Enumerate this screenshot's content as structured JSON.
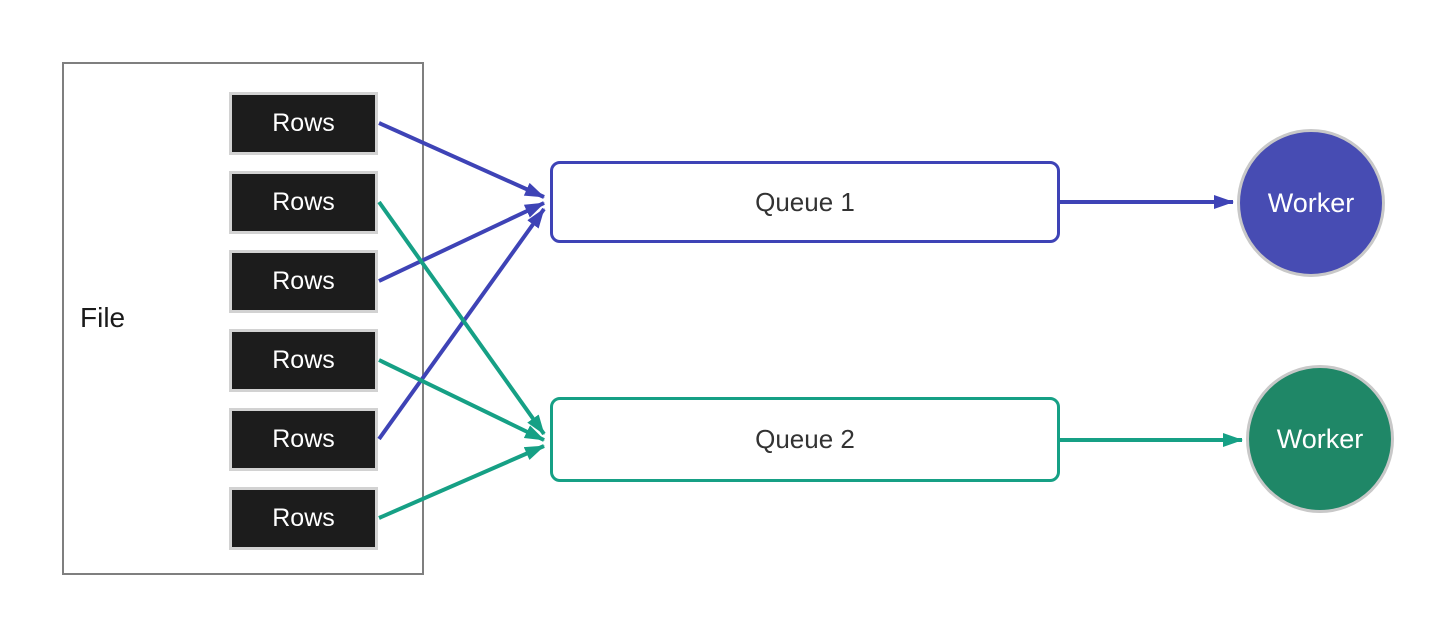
{
  "diagram": {
    "file": {
      "label": "File",
      "rows": [
        {
          "label": "Rows"
        },
        {
          "label": "Rows"
        },
        {
          "label": "Rows"
        },
        {
          "label": "Rows"
        },
        {
          "label": "Rows"
        },
        {
          "label": "Rows"
        }
      ]
    },
    "queues": [
      {
        "label": "Queue 1",
        "color": "#3E43B6"
      },
      {
        "label": "Queue 2",
        "color": "#16A085"
      }
    ],
    "workers": [
      {
        "label": "Worker",
        "color": "#474CB3"
      },
      {
        "label": "Worker",
        "color": "#1F8767"
      }
    ],
    "edges": [
      {
        "from": "row-1",
        "to": "queue-1",
        "color": "#3E43B6"
      },
      {
        "from": "row-2",
        "to": "queue-2",
        "color": "#16A085"
      },
      {
        "from": "row-3",
        "to": "queue-1",
        "color": "#3E43B6"
      },
      {
        "from": "row-4",
        "to": "queue-2",
        "color": "#16A085"
      },
      {
        "from": "row-5",
        "to": "queue-1",
        "color": "#3E43B6"
      },
      {
        "from": "row-6",
        "to": "queue-2",
        "color": "#16A085"
      },
      {
        "from": "queue-1",
        "to": "worker-1",
        "color": "#3E43B6"
      },
      {
        "from": "queue-2",
        "to": "worker-2",
        "color": "#16A085"
      }
    ],
    "colors": {
      "blue": "#3E43B6",
      "teal": "#16A085",
      "row_fill": "#1C1C1C",
      "row_border": "#D2D2D2",
      "file_border": "#7F7F7F",
      "circle_border": "#C8C8C8",
      "worker_blue_fill": "#474CB3",
      "worker_green_fill": "#1F8767"
    }
  }
}
